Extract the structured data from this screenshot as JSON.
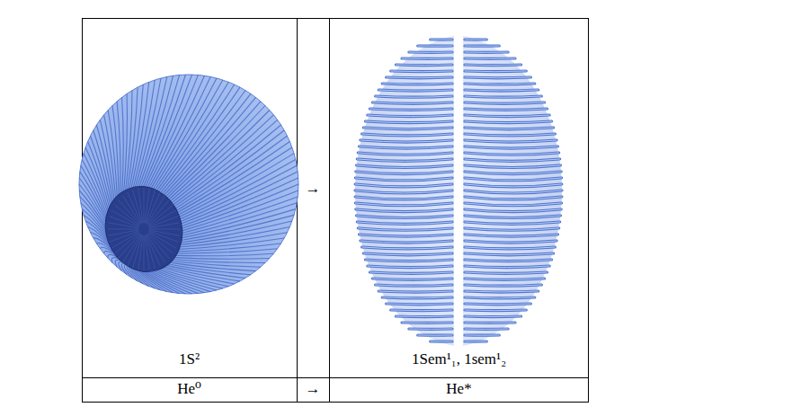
{
  "diagram": {
    "labels": [
      "1S²",
      "→",
      "1Sem¹₁, 1sem¹₂",
      "He⁰",
      "→",
      "He*"
    ]
  }
}
